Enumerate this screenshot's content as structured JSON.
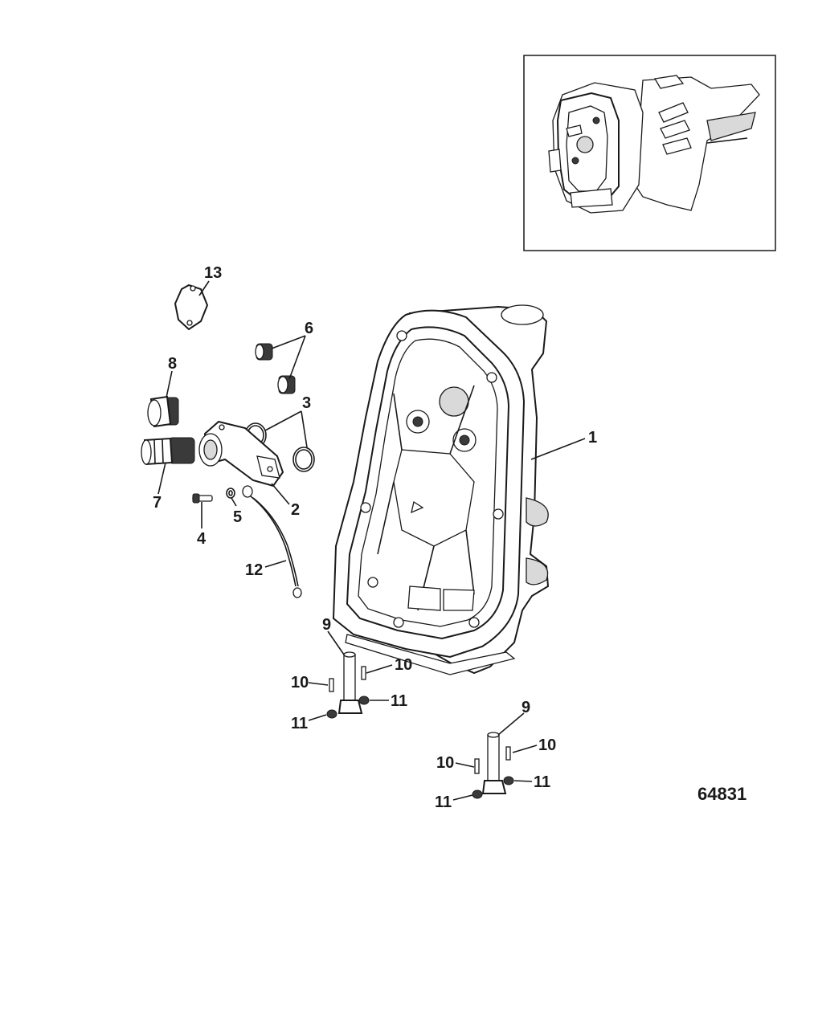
{
  "figure_number": "64831",
  "callouts": [
    {
      "id": "c13",
      "label": "13",
      "part": "cover-plate"
    },
    {
      "id": "c6",
      "label": "6",
      "part": "plug"
    },
    {
      "id": "c8",
      "label": "8",
      "part": "cap"
    },
    {
      "id": "c3",
      "label": "3",
      "part": "o-ring"
    },
    {
      "id": "c1",
      "label": "1",
      "part": "gimbal-housing"
    },
    {
      "id": "c7",
      "label": "7",
      "part": "hose-fitting"
    },
    {
      "id": "c2",
      "label": "2",
      "part": "water-elbow"
    },
    {
      "id": "c4",
      "label": "4",
      "part": "screw"
    },
    {
      "id": "c5",
      "label": "5",
      "part": "washer"
    },
    {
      "id": "c12",
      "label": "12",
      "part": "ground-wire"
    },
    {
      "id": "c9a",
      "label": "9",
      "part": "pivot-pin"
    },
    {
      "id": "c10a",
      "label": "10",
      "part": "stud"
    },
    {
      "id": "c10b",
      "label": "10",
      "part": "stud"
    },
    {
      "id": "c11a",
      "label": "11",
      "part": "nut"
    },
    {
      "id": "c11b",
      "label": "11",
      "part": "nut"
    },
    {
      "id": "c9b",
      "label": "9",
      "part": "pivot-pin"
    },
    {
      "id": "c10c",
      "label": "10",
      "part": "stud"
    },
    {
      "id": "c10d",
      "label": "10",
      "part": "stud"
    },
    {
      "id": "c11c",
      "label": "11",
      "part": "nut"
    },
    {
      "id": "c11d",
      "label": "11",
      "part": "nut"
    }
  ]
}
